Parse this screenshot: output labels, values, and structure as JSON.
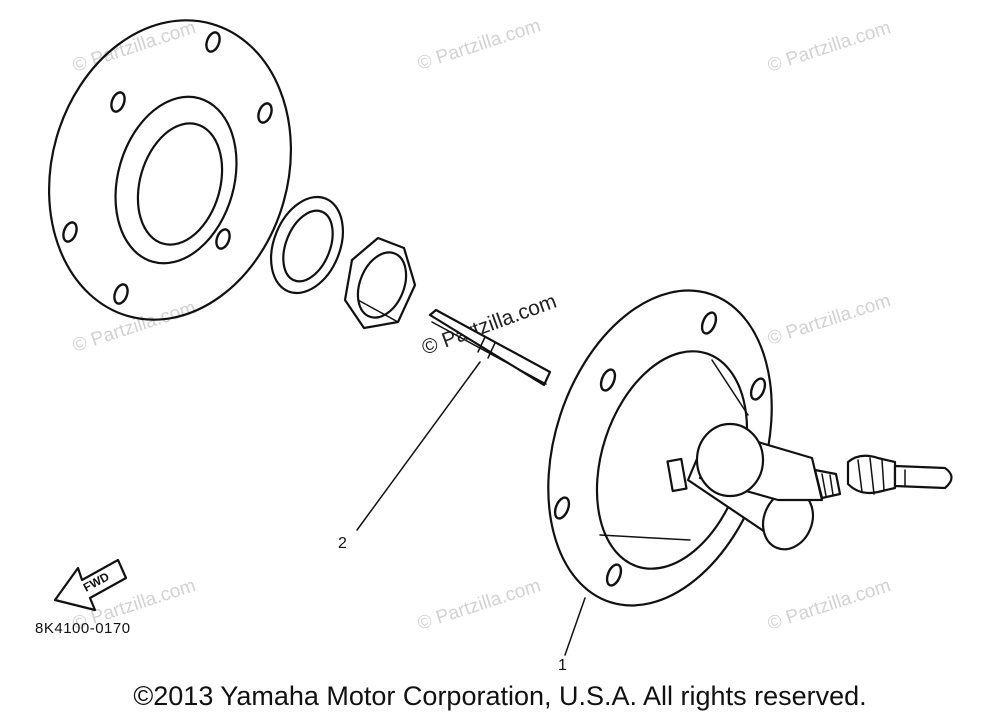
{
  "watermark": "© Partzilla.com",
  "callouts": {
    "part1": "1",
    "part2": "2"
  },
  "fwd_label": "FWD",
  "ref_code": "8K4100-0170",
  "copyright": "©2013 Yamaha Motor Corporation, U.S.A. All rights reserved."
}
